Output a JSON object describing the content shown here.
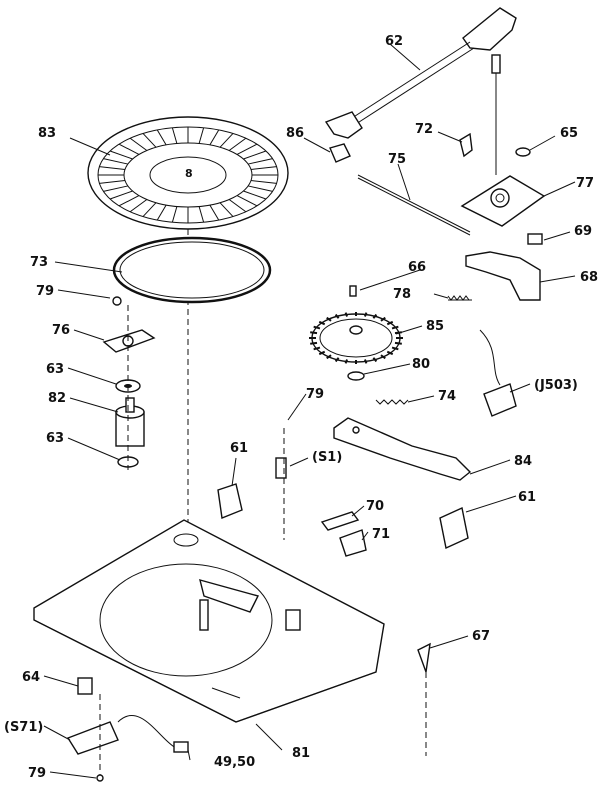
{
  "parts": {
    "p62": "62",
    "p83": "83",
    "p86": "86",
    "p72": "72",
    "p65": "65",
    "p75": "75",
    "p77": "77",
    "p69": "69",
    "p73": "73",
    "p66": "66",
    "p68": "68",
    "p79a": "79",
    "p78": "78",
    "p76": "76",
    "p85": "85",
    "p63a": "63",
    "p80": "80",
    "p82": "82",
    "p79b": "79",
    "p74": "74",
    "pJ503": "(J503)",
    "p63b": "63",
    "p61a": "61",
    "pS1": "(S1)",
    "p84": "84",
    "p61b": "61",
    "p70": "70",
    "p71": "71",
    "p67": "67",
    "p64": "64",
    "pS71": "(S71)",
    "p4950": "49,50",
    "p81": "81",
    "p79c": "79"
  },
  "platter_mark": "8"
}
